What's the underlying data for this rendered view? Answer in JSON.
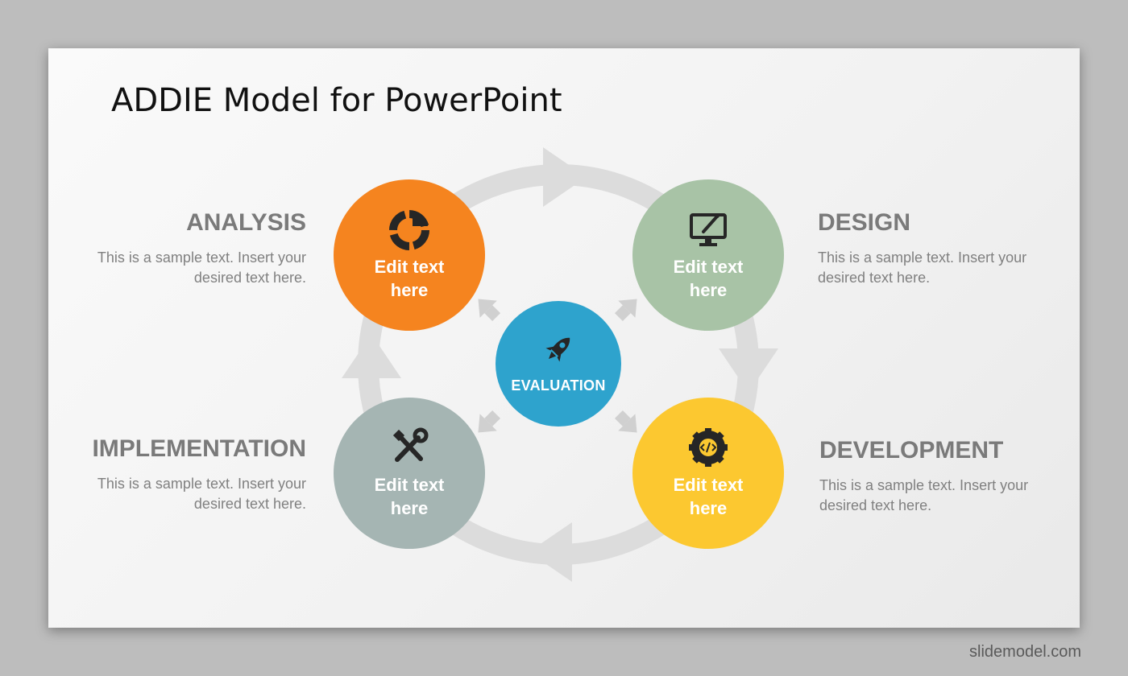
{
  "title": "ADDIE Model for PowerPoint",
  "colors": {
    "analysis": "#f5841f",
    "design": "#a8c3a6",
    "development": "#fcc830",
    "implementation": "#a5b5b3",
    "evaluation": "#2ea3cd",
    "ring": "#dcdcdc"
  },
  "stages": {
    "analysis": {
      "heading": "ANALYSIS",
      "circle_text": "Edit text here",
      "description": "This is a sample text.  Insert your desired text here.",
      "icon": "pie-chart-icon"
    },
    "design": {
      "heading": "DESIGN",
      "circle_text": "Edit text here",
      "description": "This is a sample text.  Insert your desired text here.",
      "icon": "monitor-pen-icon"
    },
    "implementation": {
      "heading": "IMPLEMENTATION",
      "circle_text": "Edit text here",
      "description": "This is a sample text.  Insert your desired text here.",
      "icon": "tools-icon"
    },
    "development": {
      "heading": "DEVELOPMENT",
      "circle_text": "Edit text here",
      "description": "This is a sample text.  Insert your desired text here.",
      "icon": "code-gear-icon"
    }
  },
  "evaluation": {
    "label": "EVALUATION",
    "icon": "rocket-icon"
  },
  "watermark": "slidemodel.com"
}
